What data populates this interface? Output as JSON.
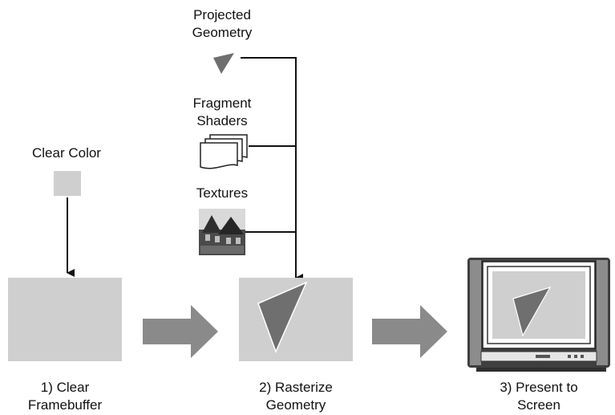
{
  "inputs": {
    "projected_geometry": [
      "Projected",
      "Geometry"
    ],
    "fragment_shaders": [
      "Fragment",
      "Shaders"
    ],
    "textures": "Textures",
    "clear_color": "Clear Color"
  },
  "stages": [
    {
      "lines": [
        "1) Clear",
        "Framebuffer"
      ]
    },
    {
      "lines": [
        "2) Rasterize",
        "Geometry"
      ]
    },
    {
      "lines": [
        "3) Present to",
        "Screen"
      ]
    }
  ],
  "colors": {
    "framebuffer_gray": "#cfcfcf",
    "triangle_gray": "#6f6f6f",
    "arrow_gray": "#8a8a8a",
    "line_black": "#111111",
    "tv_dark": "#3f3f3f",
    "tv_mid": "#8c8c8c"
  },
  "icons": {
    "projected_geometry": "triangle-icon",
    "fragment_shaders": "stacked-pages-icon",
    "textures": "house-photo-icon",
    "clear_color": "color-swatch-icon",
    "screen": "television-icon"
  }
}
